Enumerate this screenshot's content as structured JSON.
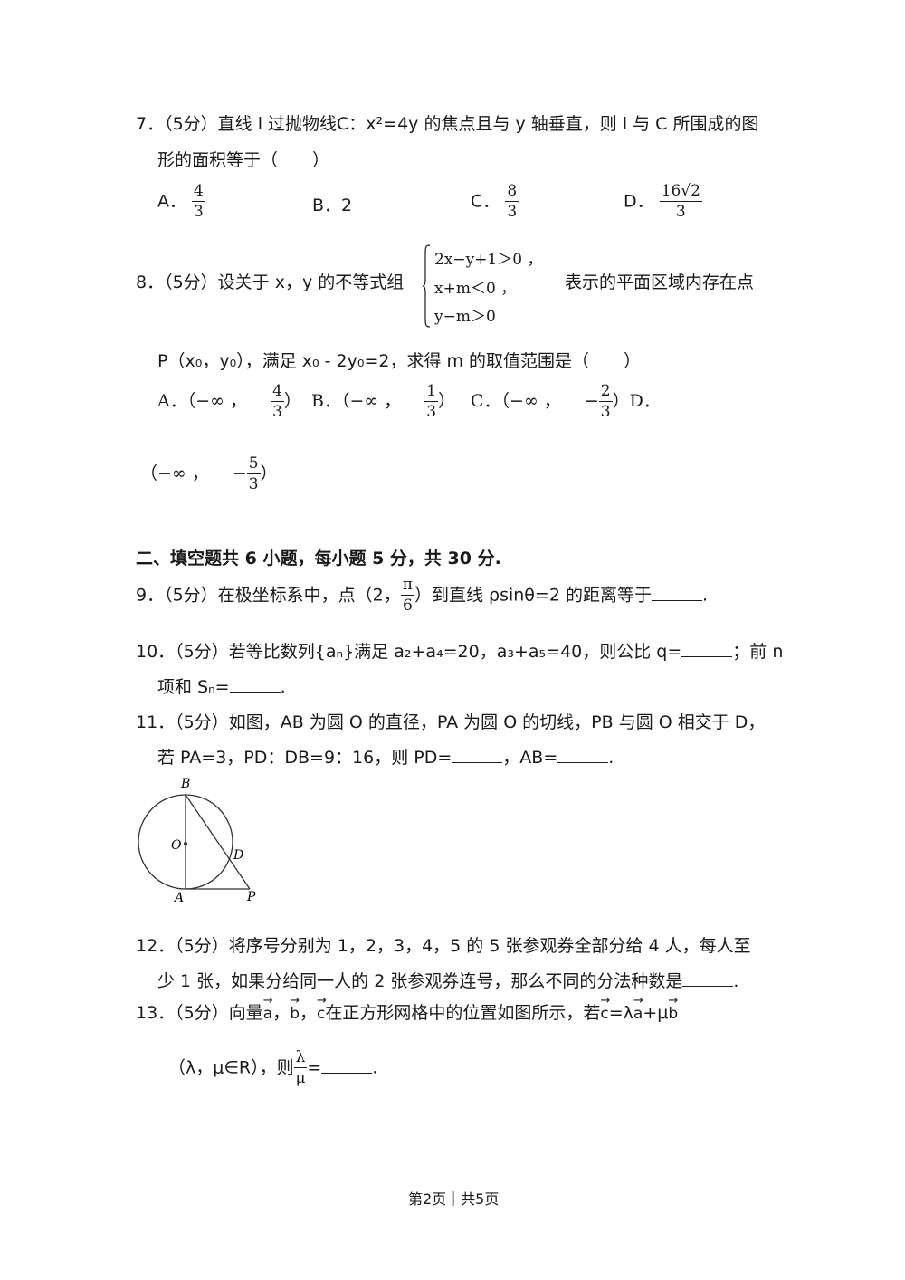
{
  "q7": {
    "line1": "7．（5分）直线 l 过抛物线C：x²=4y 的焦点且与 y 轴垂直，则 l 与 C 所围成的图",
    "line2": "形的面积等于（　　）",
    "opt_a_label": "A．",
    "opt_a_num": "4",
    "opt_a_den": "3",
    "opt_b": "B．2",
    "opt_c_label": "C．",
    "opt_c_num": "8",
    "opt_c_den": "3",
    "opt_d_label": "D．",
    "opt_d_num": "16√2",
    "opt_d_den": "3"
  },
  "q8": {
    "lead": "8．（5分）设关于 x，y 的不等式组",
    "sys1": "2x−y+1＞0 ，",
    "sys2": "x+m＜0 ，",
    "sys3": "y−m＞0",
    "tail": "表示的平面区域内存在点",
    "line2": "P（x₀，y₀），满足 x₀ - 2y₀=2，求得 m 的取值范围是（　　）",
    "opt_a_label": "A．（−∞ ，",
    "opt_a_num": "4",
    "opt_a_den": "3",
    "opt_a_close": "）",
    "opt_b_label": "B．（−∞ ，",
    "opt_b_num": "1",
    "opt_b_den": "3",
    "opt_b_close": "）",
    "opt_c_label": "C．（−∞ ，",
    "opt_c_sign": "−",
    "opt_c_num": "2",
    "opt_c_den": "3",
    "opt_c_close": "）D．",
    "opt_d_label": "（−∞ ，",
    "opt_d_sign": "−",
    "opt_d_num": "5",
    "opt_d_den": "3",
    "opt_d_close": "）"
  },
  "section2": "二、填空题共 6 小题，每小题 5 分，共 30 分.",
  "q9": {
    "pre": "9．（5分）在极坐标系中，点（2，",
    "num": "π",
    "den": "6",
    "post": "）到直线 ρsinθ=2 的距离等于",
    "end": "."
  },
  "q10": {
    "line1_pre": "10．（5分）若等比数列{aₙ}满足 a₂+a₄=20，a₃+a₅=40，则公比 q=",
    "line1_post": "；前 n",
    "line2_pre": "项和 Sₙ=",
    "line2_post": "."
  },
  "q11": {
    "line1": "11．（5分）如图，AB 为圆 O 的直径，PA 为圆 O 的切线，PB 与圆 O 相交于 D，",
    "line2_pre": "若 PA=3，PD：DB=9：16，则 PD=",
    "line2_mid": "，AB=",
    "line2_post": "."
  },
  "figure11": {
    "label_b": "B",
    "label_o": "O",
    "label_d": "D",
    "label_a": "A",
    "label_p": "P"
  },
  "q12": {
    "line1": "12．（5分）将序号分别为 1，2，3，4，5 的 5 张参观券全部分给 4 人，每人至",
    "line2_pre": "少 1 张，如果分给同一人的 2 张参观券连号，那么不同的分法种数是",
    "line2_post": "."
  },
  "q13": {
    "pre": "13．（5分）向量",
    "va": "a",
    "sep1": "，",
    "vb": "b",
    "sep2": "，",
    "vc": "c",
    "mid": "在正方形网格中的位置如图所示，若",
    "vc2": "c",
    "eq": "=λ",
    "va2": "a",
    "plus": "+μ",
    "vb2": "b",
    "line2_pre": "（λ，μ∈R），则",
    "num": "λ",
    "den": "μ",
    "line2_post": "=",
    "end": "."
  },
  "footer": "第2页｜共5页"
}
